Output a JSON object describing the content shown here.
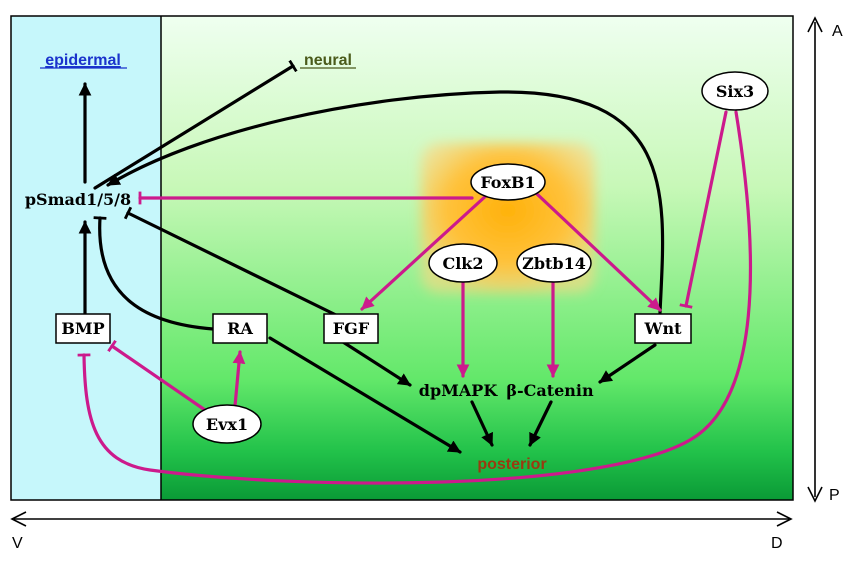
{
  "labels": {
    "epidermal": "epidermal",
    "neural": "neural",
    "posterior": "posterior",
    "psmad": "pSmad1/5/8",
    "bmp": "BMP",
    "ra": "RA",
    "fgf": "FGF",
    "wnt": "Wnt",
    "six3": "Six3",
    "foxb1": "FoxB1",
    "clk2": "Clk2",
    "zbtb14": "Zbtb14",
    "evx1": "Evx1",
    "dpmapk": "dpMAPK",
    "bcatenin": "β-Catenin"
  },
  "axes": {
    "anterior": "A",
    "posterior": "P",
    "ventral": "V",
    "dorsal": "D"
  },
  "colors": {
    "activation": "#000000",
    "repression_magenta": "#cc1a8c",
    "epidermal_text": "#1a33cc",
    "neural_text": "#4a5a1a",
    "posterior_text": "#9a3a10",
    "ventral_bg": "#c6f7fb",
    "dorsal_gradient_top": "#e8ffd8",
    "dorsal_gradient_bottom": "#0ea83a",
    "orange_glow": "#ffb31a"
  }
}
